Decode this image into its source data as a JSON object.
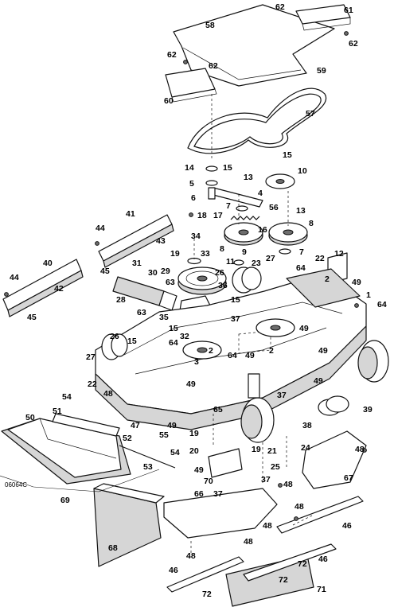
{
  "drawing_code": "06064C",
  "callouts": [
    "1",
    "2",
    "3",
    "4",
    "5",
    "6",
    "7",
    "8",
    "9",
    "10",
    "11",
    "12",
    "13",
    "14",
    "15",
    "16",
    "17",
    "18",
    "19",
    "20",
    "21",
    "22",
    "23",
    "24",
    "25",
    "26",
    "27",
    "28",
    "29",
    "30",
    "31",
    "32",
    "33",
    "34",
    "35",
    "36",
    "37",
    "38",
    "39",
    "40",
    "41",
    "42",
    "43",
    "44",
    "45",
    "46",
    "47",
    "48",
    "49",
    "50",
    "51",
    "52",
    "53",
    "54",
    "55",
    "56",
    "57",
    "58",
    "59",
    "60",
    "61",
    "62",
    "63",
    "64",
    "65",
    "66",
    "67",
    "68",
    "69",
    "70",
    "71",
    "72"
  ]
}
